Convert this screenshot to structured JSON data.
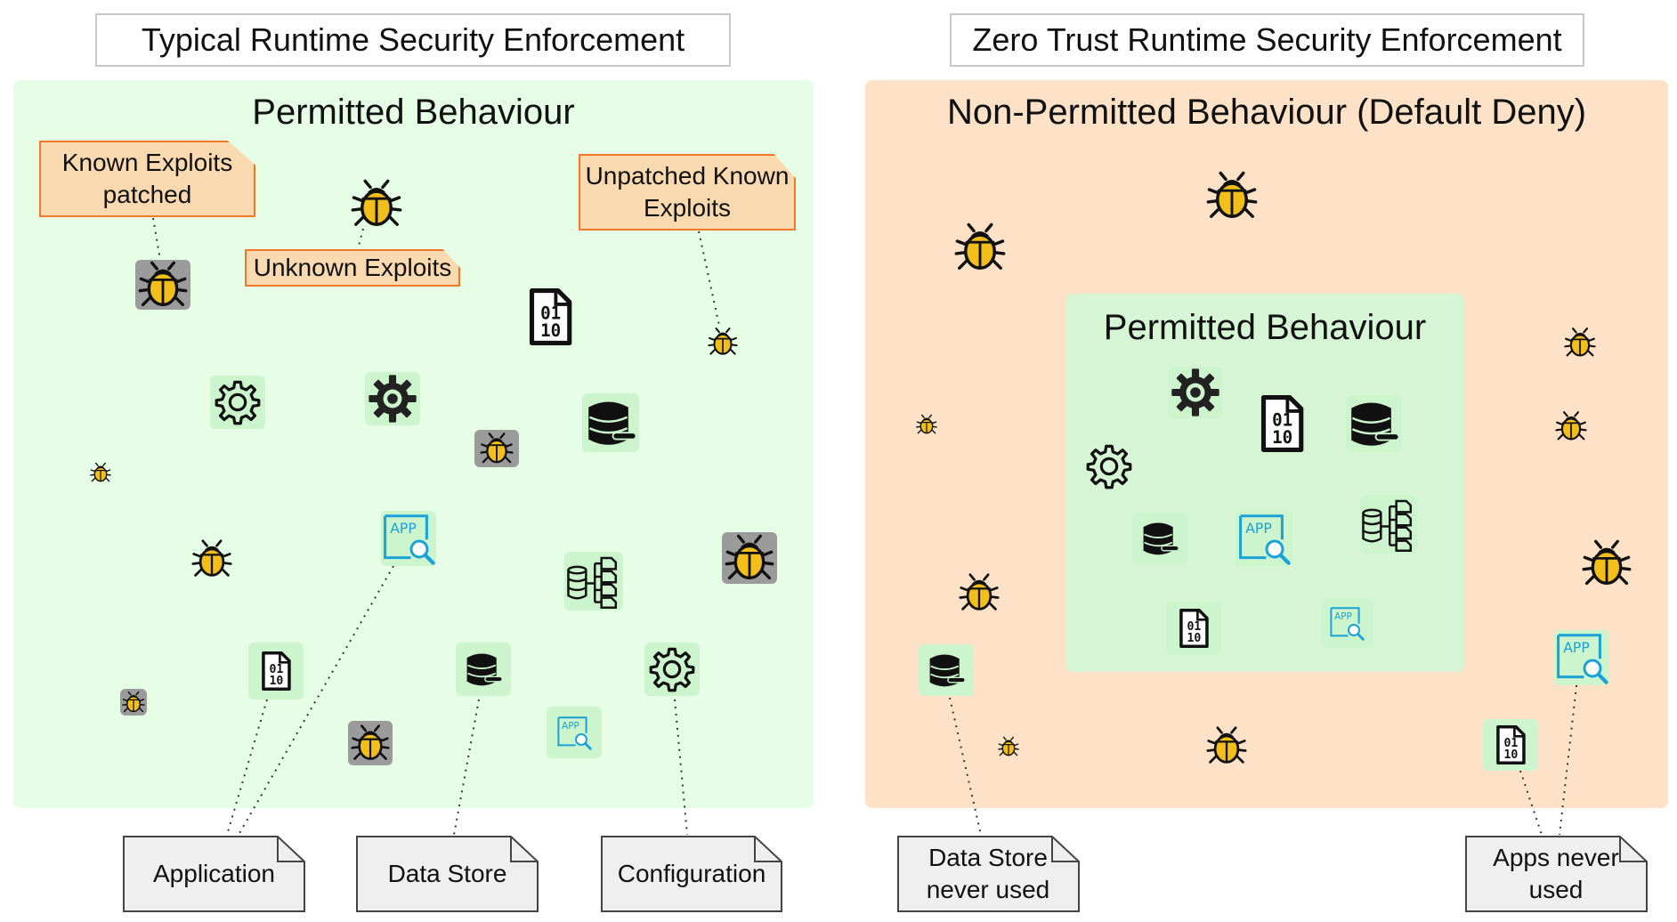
{
  "left": {
    "title": "Typical Runtime Security Enforcement",
    "heading": "Permitted Behaviour",
    "callouts": {
      "known": "Known Exploits patched",
      "unknown": "Unknown Exploits",
      "unpatched": "Unpatched Known Exploits"
    },
    "notes": {
      "application": "Application",
      "datastore": "Data Store",
      "configuration": "Configuration"
    }
  },
  "right": {
    "title": "Zero Trust Runtime Security Enforcement",
    "heading": "Non-Permitted Behaviour (Default Deny)",
    "inner_heading": "Permitted Behaviour",
    "notes": {
      "datastore_never": "Data Store never used",
      "apps_never": "Apps never used"
    }
  },
  "colors": {
    "permitted_bg": "#e6fde6",
    "inner_permitted_bg": "#d5f5d5",
    "denied_bg": "#fde2c8",
    "callout_fill": "#f9d9b0",
    "callout_border": "#f07828",
    "note_fill": "#efefef",
    "bug_yellow": "#f2be1a",
    "app_blue": "#1aa1d8"
  },
  "icons": [
    "bug-icon",
    "gear-icon",
    "gear-outline-icon",
    "binary-file-icon",
    "database-icon",
    "app-search-icon",
    "database-tree-icon"
  ]
}
